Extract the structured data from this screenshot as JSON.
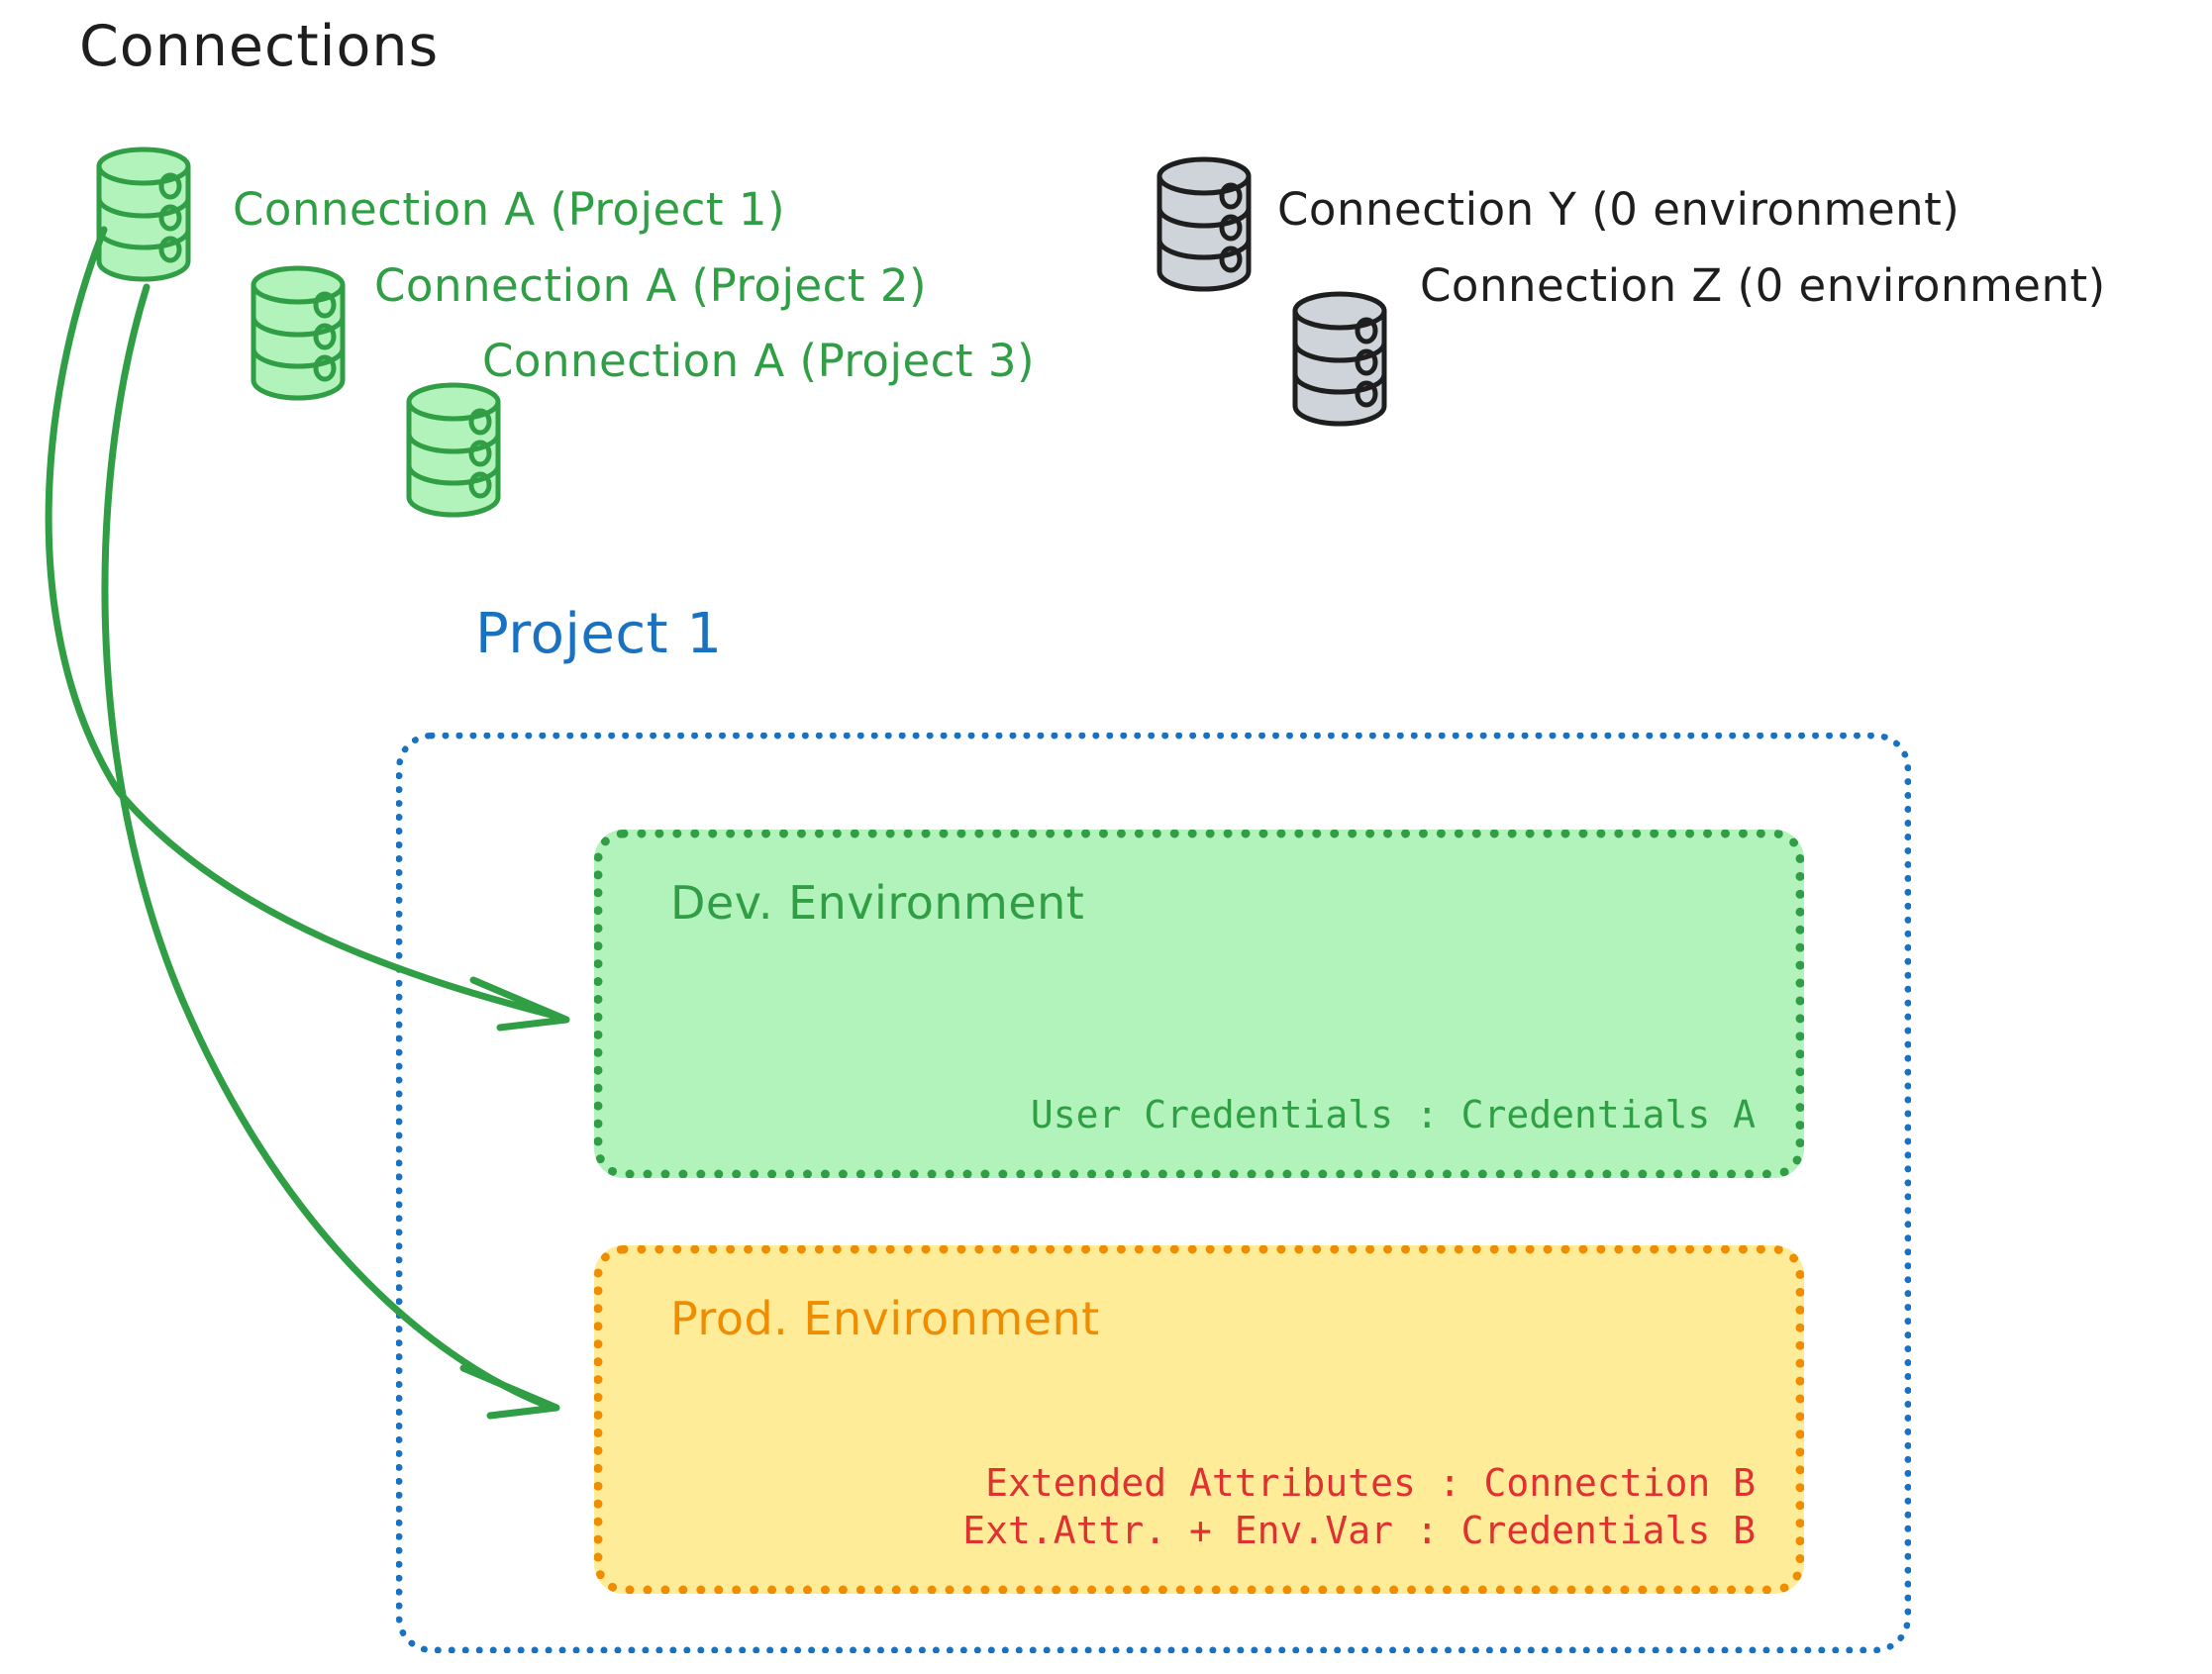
{
  "title": "Connections",
  "connections": [
    {
      "name": "Connection A (Project 1)",
      "color": "#2f9e44",
      "kind": "green-db"
    },
    {
      "name": "Connection A (Project 2)",
      "color": "#2f9e44",
      "kind": "green-db"
    },
    {
      "name": "Connection A (Project 3)",
      "color": "#2f9e44",
      "kind": "green-db"
    },
    {
      "name": "Connection Y (0 environment)",
      "color": "#1e1e1e",
      "kind": "gray-db"
    },
    {
      "name": "Connection Z (0 environment)",
      "color": "#1e1e1e",
      "kind": "gray-db"
    }
  ],
  "project": {
    "title": "Project 1",
    "color": "#1971c2",
    "environments": [
      {
        "title": "Dev. Environment",
        "title_color": "#2f9e44",
        "border_color": "#2f9e44",
        "fill_color": "#b2f2bb",
        "lines": [
          "User Credentials : Credentials A"
        ],
        "line_color": "#2f9e44"
      },
      {
        "title": "Prod. Environment",
        "title_color": "#f08c00",
        "border_color": "#f08c00",
        "fill_color": "#ffec99",
        "lines": [
          "Extended Attributes : Connection B",
          "Ext.Attr. + Env.Var : Credentials B"
        ],
        "line_color": "#e03131"
      }
    ]
  },
  "arrows": [
    {
      "from": "Connection A (Project 1)",
      "to": "Dev. Environment",
      "color": "#2f9e44"
    },
    {
      "from": "Connection A (Project 1)",
      "to": "Prod. Environment",
      "color": "#2f9e44"
    }
  ],
  "colors": {
    "green_stroke": "#2f9e44",
    "green_fill": "#b2f2bb",
    "orange_stroke": "#f08c00",
    "yellow_fill": "#ffec99",
    "blue_stroke": "#1971c2",
    "red_text": "#e03131",
    "gray_fill": "#ced4da",
    "black_stroke": "#1e1e1e"
  }
}
